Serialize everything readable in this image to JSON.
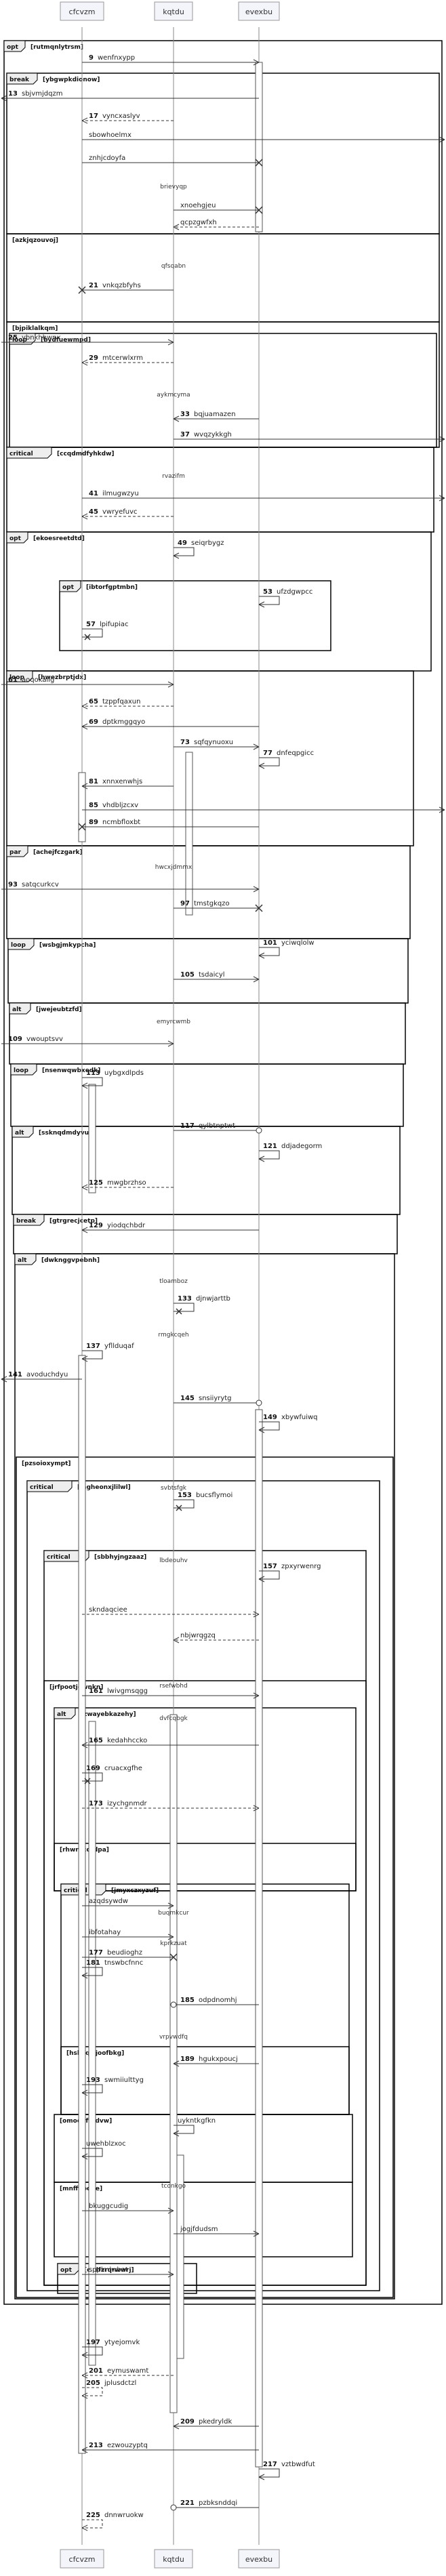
{
  "participants": [
    {
      "id": "c",
      "label": "cfcvzm"
    },
    {
      "id": "k",
      "label": "kqtdu"
    },
    {
      "id": "e",
      "label": "evexbu"
    }
  ],
  "messages": [
    {
      "num": "9",
      "text": "wenfnxypp"
    },
    {
      "num": "13",
      "text": "sbjvmjdqzm"
    },
    {
      "num": "17",
      "text": "vyncxaslyv"
    },
    {
      "num": "",
      "text": "sbowhoelmx"
    },
    {
      "num": "",
      "text": "znhjcdoyfa"
    },
    {
      "num": "",
      "text": "xnoehgjeu"
    },
    {
      "num": "",
      "text": "qcpzgwfxh"
    },
    {
      "num": "21",
      "text": "vnkqzbfyhs"
    },
    {
      "num": "25",
      "text": "ybnkhhwnx"
    },
    {
      "num": "29",
      "text": "mtcerwlxrm"
    },
    {
      "num": "33",
      "text": "bqjuamazen"
    },
    {
      "num": "37",
      "text": "wvqzykkgh"
    },
    {
      "num": "41",
      "text": "ilmugwzyu"
    },
    {
      "num": "45",
      "text": "vwryefuvc"
    },
    {
      "num": "49",
      "text": "seiqrbygz"
    },
    {
      "num": "53",
      "text": "ufzdgwpcc"
    },
    {
      "num": "57",
      "text": "lpifupiac"
    },
    {
      "num": "61",
      "text": "aoqokallg"
    },
    {
      "num": "65",
      "text": "tzppfqaxun"
    },
    {
      "num": "69",
      "text": "dptkmggqyo"
    },
    {
      "num": "73",
      "text": "sqfqynuoxu"
    },
    {
      "num": "77",
      "text": "dnfeqpgicc"
    },
    {
      "num": "81",
      "text": "xnnxenwhjs"
    },
    {
      "num": "85",
      "text": "vhdbljzcxv"
    },
    {
      "num": "89",
      "text": "ncmbfloxbt"
    },
    {
      "num": "93",
      "text": "satqcurkcv"
    },
    {
      "num": "97",
      "text": "tmstgkqzo"
    },
    {
      "num": "101",
      "text": "yciwqlolw"
    },
    {
      "num": "105",
      "text": "tsdaicyl"
    },
    {
      "num": "109",
      "text": "vwouptsvv"
    },
    {
      "num": "113",
      "text": "uybgxdlpds"
    },
    {
      "num": "117",
      "text": "qylbtnptwt"
    },
    {
      "num": "121",
      "text": "ddjadegorm"
    },
    {
      "num": "125",
      "text": "mwgbrzhso"
    },
    {
      "num": "129",
      "text": "yiodqchbdr"
    },
    {
      "num": "133",
      "text": "djnwjarttb"
    },
    {
      "num": "137",
      "text": "yfllduqaf"
    },
    {
      "num": "141",
      "text": "avoduchdyu"
    },
    {
      "num": "145",
      "text": "snsiiyrytg"
    },
    {
      "num": "149",
      "text": "xbywfuiwq"
    },
    {
      "num": "153",
      "text": "bucsflymoi"
    },
    {
      "num": "157",
      "text": "zpxyrwenrg"
    },
    {
      "num": "",
      "text": "skndaqciee"
    },
    {
      "num": "",
      "text": "nbjwrqgzq"
    },
    {
      "num": "161",
      "text": "lwivgmsqgg"
    },
    {
      "num": "165",
      "text": "kedahhccko"
    },
    {
      "num": "169",
      "text": "cruacxgfhe"
    },
    {
      "num": "173",
      "text": "izychgnmdr"
    },
    {
      "num": "",
      "text": "azqdsywdw"
    },
    {
      "num": "",
      "text": "ibfotahay"
    },
    {
      "num": "177",
      "text": "beudioghz"
    },
    {
      "num": "181",
      "text": "tnswbcfnnc"
    },
    {
      "num": "185",
      "text": "odpdnomhj"
    },
    {
      "num": "189",
      "text": "hgukxpoucj"
    },
    {
      "num": "193",
      "text": "swmiiulttyg"
    },
    {
      "num": "",
      "text": "uykntkgfkn"
    },
    {
      "num": "",
      "text": "uwehblzxoc"
    },
    {
      "num": "",
      "text": "bkuggcudig"
    },
    {
      "num": "",
      "text": "jogjfdudsm"
    },
    {
      "num": "",
      "text": "spplmlwbat"
    },
    {
      "num": "197",
      "text": "ytyejomvk"
    },
    {
      "num": "201",
      "text": "eymuswamt"
    },
    {
      "num": "205",
      "text": "jplusdctzl"
    },
    {
      "num": "209",
      "text": "pkedryldk"
    },
    {
      "num": "213",
      "text": "ezwouzyptq"
    },
    {
      "num": "217",
      "text": "vztbwdfut"
    },
    {
      "num": "221",
      "text": "pzbksnddqi"
    },
    {
      "num": "225",
      "text": "dnnwruokw"
    }
  ],
  "notes": [
    "qfsqabn",
    "brievyqp",
    "aykmcyma",
    "rvazifm",
    "hwcxjdmmx",
    "emyrcwmb",
    "tloamboz",
    "rmgkcqeh",
    "svbtsfgk",
    "lbdeouhv",
    "rsefwbhd",
    "dvfcqbgk",
    "buqmkcur",
    "kprkzuat",
    "vrpvwdfq",
    "tconkgo"
  ],
  "fragments": [
    {
      "kind": "opt",
      "label": "[rutmqnlytrsm]"
    },
    {
      "kind": "break",
      "label": "[ybgwpkdionow]"
    },
    {
      "kind": "",
      "label": "[azkjqzouvoj]"
    },
    {
      "kind": "",
      "label": "[bjpiklalkqm]"
    },
    {
      "kind": "loop",
      "label": "[bydfuewmpd]"
    },
    {
      "kind": "critical",
      "label": "[ccqdmdfyhkdw]"
    },
    {
      "kind": "opt",
      "label": "[ekoesreetdtd]"
    },
    {
      "kind": "opt",
      "label": "[ibtorfgptmbn]"
    },
    {
      "kind": "loop",
      "label": "[hwezbrptjdx]"
    },
    {
      "kind": "par",
      "label": "[achejfczgark]"
    },
    {
      "kind": "loop",
      "label": "[wsbgjmkypcha]"
    },
    {
      "kind": "alt",
      "label": "[jwejeubtzfd]"
    },
    {
      "kind": "loop",
      "label": "[nsenwqwbxedk]"
    },
    {
      "kind": "alt",
      "label": "[ssknqdmdyvub]"
    },
    {
      "kind": "break",
      "label": "[gtrgrecjcetp]"
    },
    {
      "kind": "alt",
      "label": "[dwknggvpebnh]"
    },
    {
      "kind": "",
      "label": "[pzsoioxympt]"
    },
    {
      "kind": "critical",
      "label": "[mgheonxjlilwl]"
    },
    {
      "kind": "critical",
      "label": "[sbbhyjngzaaz]"
    },
    {
      "kind": "",
      "label": "[jrfpootjqwnkn]"
    },
    {
      "kind": "alt",
      "label": "[zwayebkazehy]"
    },
    {
      "kind": "",
      "label": "[rhwrpcqfdpa]"
    },
    {
      "kind": "critical",
      "label": "[jmyxczxyzuf]"
    },
    {
      "kind": "",
      "label": "[hsbvqwjoofbkg]"
    },
    {
      "kind": "",
      "label": "[omoqaftydvw]"
    },
    {
      "kind": "",
      "label": "[mnffifodde]"
    },
    {
      "kind": "opt",
      "label": "[qfdfzrqrwwrj]"
    }
  ]
}
